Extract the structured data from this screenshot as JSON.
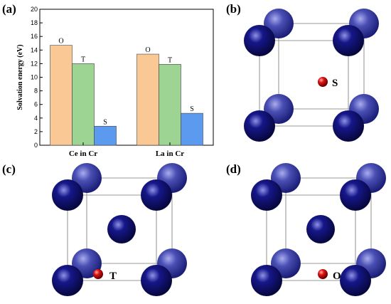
{
  "panels": {
    "a": "(a)",
    "b": "(b)",
    "c": "(c)",
    "d": "(d)"
  },
  "colors": {
    "O": "#f9c894",
    "T": "#9ed493",
    "S": "#5c9af0",
    "cr_atom": "#16178a",
    "cr_atom_back": "#4a4fb4",
    "impurity": "#e01414"
  },
  "chart_data": {
    "type": "bar",
    "title": "",
    "xlabel": "",
    "ylabel": "Solvation energy (eV)",
    "ylim": [
      0,
      20
    ],
    "yticks": [
      0,
      2,
      4,
      6,
      8,
      10,
      12,
      14,
      16,
      18,
      20
    ],
    "categories": [
      "Ce in Cr",
      "La in Cr"
    ],
    "series": [
      {
        "name": "O",
        "values": [
          14.7,
          13.4
        ]
      },
      {
        "name": "T",
        "values": [
          12.0,
          11.9
        ]
      },
      {
        "name": "S",
        "values": [
          2.8,
          4.7
        ]
      }
    ]
  },
  "structures": {
    "b": {
      "site": "S"
    },
    "c": {
      "site": "T"
    },
    "d": {
      "site": "O"
    }
  }
}
